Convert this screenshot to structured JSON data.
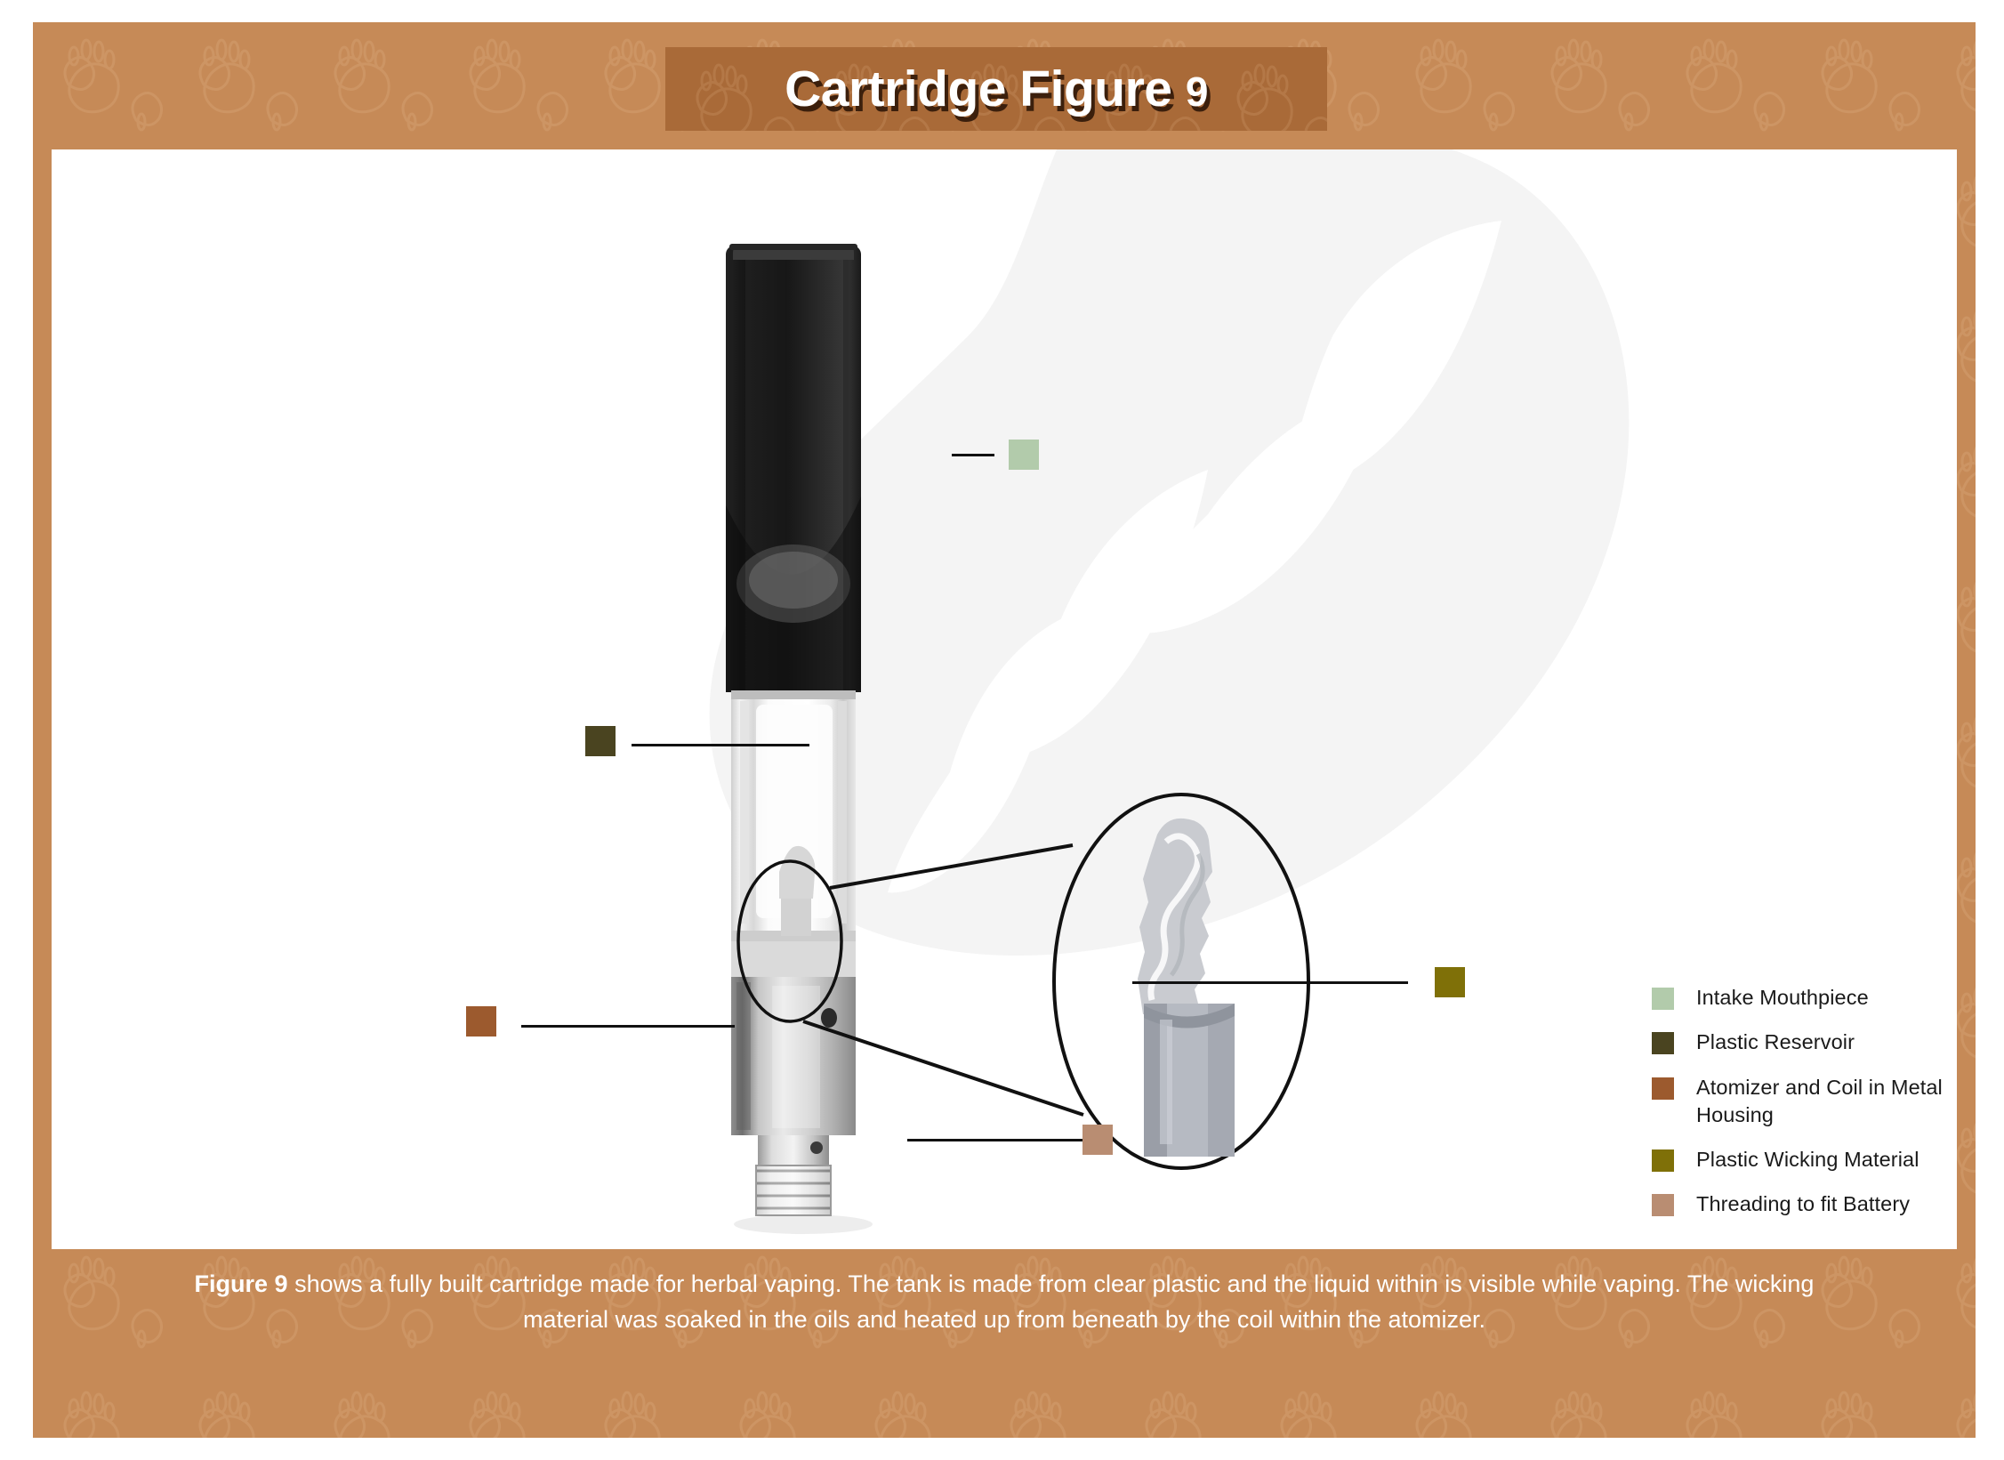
{
  "page": {
    "title": "Cartridge Figure",
    "title_number": "9",
    "frame_color": "#c68a57",
    "banner_color": "#a96a38",
    "content_bg": "#ffffff"
  },
  "figure": {
    "subject": "vape-cartridge-photo",
    "magnifier_label": "wicking-material-closeup"
  },
  "callouts": [
    {
      "name": "intake-mouthpiece",
      "color": "#b2cbab"
    },
    {
      "name": "plastic-reservoir",
      "color": "#4a4420"
    },
    {
      "name": "atomizer-and-coil",
      "color": "#9c5a2e"
    },
    {
      "name": "plastic-wicking-material",
      "color": "#7f7008"
    },
    {
      "name": "threading-to-fit-battery",
      "color": "#b98d72"
    }
  ],
  "legend": {
    "items": [
      {
        "color": "#b2cbab",
        "label": "Intake Mouthpiece"
      },
      {
        "color": "#4a4420",
        "label": "Plastic Reservoir"
      },
      {
        "color": "#9c5a2e",
        "label": "Atomizer  and Coil in Metal Housing"
      },
      {
        "color": "#7f7008",
        "label": "Plastic Wicking Material"
      },
      {
        "color": "#b98d72",
        "label": "Threading to fit Battery"
      }
    ]
  },
  "caption": {
    "lead": "Figure 9",
    "body": " shows a fully built cartridge made for herbal vaping. The tank is made from clear plastic and the liquid within is visible while vaping. The wicking material was soaked in the oils and heated up from beneath by the coil within the atomizer."
  }
}
